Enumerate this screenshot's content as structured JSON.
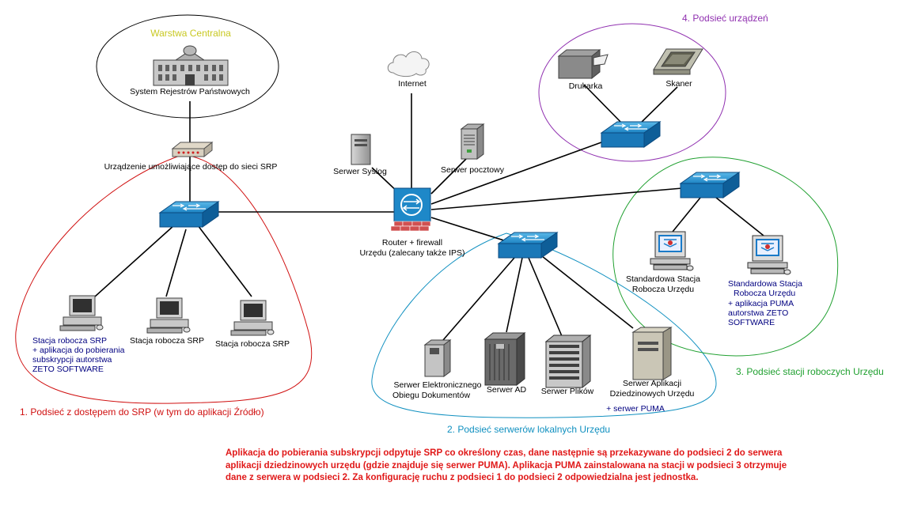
{
  "colors": {
    "subnet1": "#d01010",
    "subnet2": "#1090c0",
    "subnet3": "#20a030",
    "subnet4": "#9030b0",
    "central_title": "#c8c820",
    "note": "#e01818",
    "pc_label": "#000080"
  },
  "nodes": {
    "central_title": "Warstwa Centralna",
    "central_system": "System Rejestrów Państwowych",
    "srp_device": "Urządzenie umożliwiające dostęp do sieci SRP",
    "internet": "Internet",
    "syslog": "Serwer Syslog",
    "mail": "Serwer pocztowy",
    "router": [
      "Router + firewall",
      "Urzędu (zalecany także IPS)"
    ],
    "printer": "Drukarka",
    "scanner": "Skaner",
    "ws_srp_app": [
      "Stacja robocza SRP",
      "+ aplikacja do pobierania",
      "subskrypcji autorstwa",
      "ZETO SOFTWARE"
    ],
    "ws_srp_2": "Stacja robocza SRP",
    "ws_srp_3": "Stacja robocza SRP",
    "srv_eod": [
      "Serwer Elektronicznego",
      "Obiegu Dokumentów"
    ],
    "srv_ad": "Serwer AD",
    "srv_files": "Serwer Plików",
    "srv_app": [
      "Serwer Aplikacji",
      "Dziedzinowych Urzędu"
    ],
    "srv_puma": "+ serwer PUMA",
    "std_ws_1": [
      "Standardowa Stacja",
      "Robocza Urzędu"
    ],
    "std_ws_2": [
      "Standardowa Stacja",
      "Robocza Urzędu",
      "+ aplikacja PUMA",
      "autorstwa ZETO",
      "SOFTWARE"
    ]
  },
  "subnets": {
    "s1": "1. Podsieć z dostępem do SRP (w tym do aplikacji Źródło)",
    "s2": "2. Podsieć serwerów lokalnych Urzędu",
    "s3": "3. Podsieć stacji roboczych Urzędu",
    "s4": "4. Podsieć urządzeń"
  },
  "note_lines": [
    "Aplikacja do pobierania subskrypcji odpytuje SRP co określony czas, dane następnie są przekazywane do podsieci 2 do serwera",
    "aplikacji dziedzinowych urzędu (gdzie znajduje się serwer PUMA). Aplikacja PUMA zainstalowana na stacji w podsieci 3 otrzymuje",
    "dane z serwera w podsieci 2. Za konfigurację ruchu z podsieci 1 do podsieci 2 odpowiedzialna jest jednostka."
  ],
  "icons": [
    "government-building-icon",
    "network-device-icon",
    "cloud-icon",
    "tower-server-icon",
    "router-firewall-icon",
    "switch-icon",
    "printer-icon",
    "scanner-icon",
    "desktop-pc-icon",
    "workstation-monitor-icon",
    "server-rack-icon"
  ]
}
